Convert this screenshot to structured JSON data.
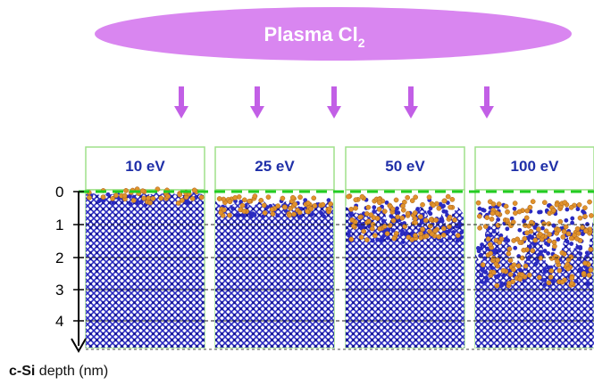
{
  "plasma": {
    "label": "Plasma Cl",
    "subscript": "2",
    "color": "#d986f0",
    "text_color": "#ffffff"
  },
  "arrows": {
    "count": 5,
    "color": "#c25fe6"
  },
  "depth_axis": {
    "ticks": [
      "0",
      "1",
      "2",
      "3",
      "4"
    ]
  },
  "panels": [
    {
      "label": "10 eV"
    },
    {
      "label": "25 eV"
    },
    {
      "label": "50 eV"
    },
    {
      "label": "100 eV"
    }
  ],
  "colors": {
    "label_text": "#1f2fa8",
    "frame": "#9fe08a",
    "surface_line": "#22cc22",
    "silicon": "#2a2ac0",
    "chlorine": "#e0922c"
  },
  "caption": {
    "material": "c-Si",
    "text": "depth (nm)"
  }
}
